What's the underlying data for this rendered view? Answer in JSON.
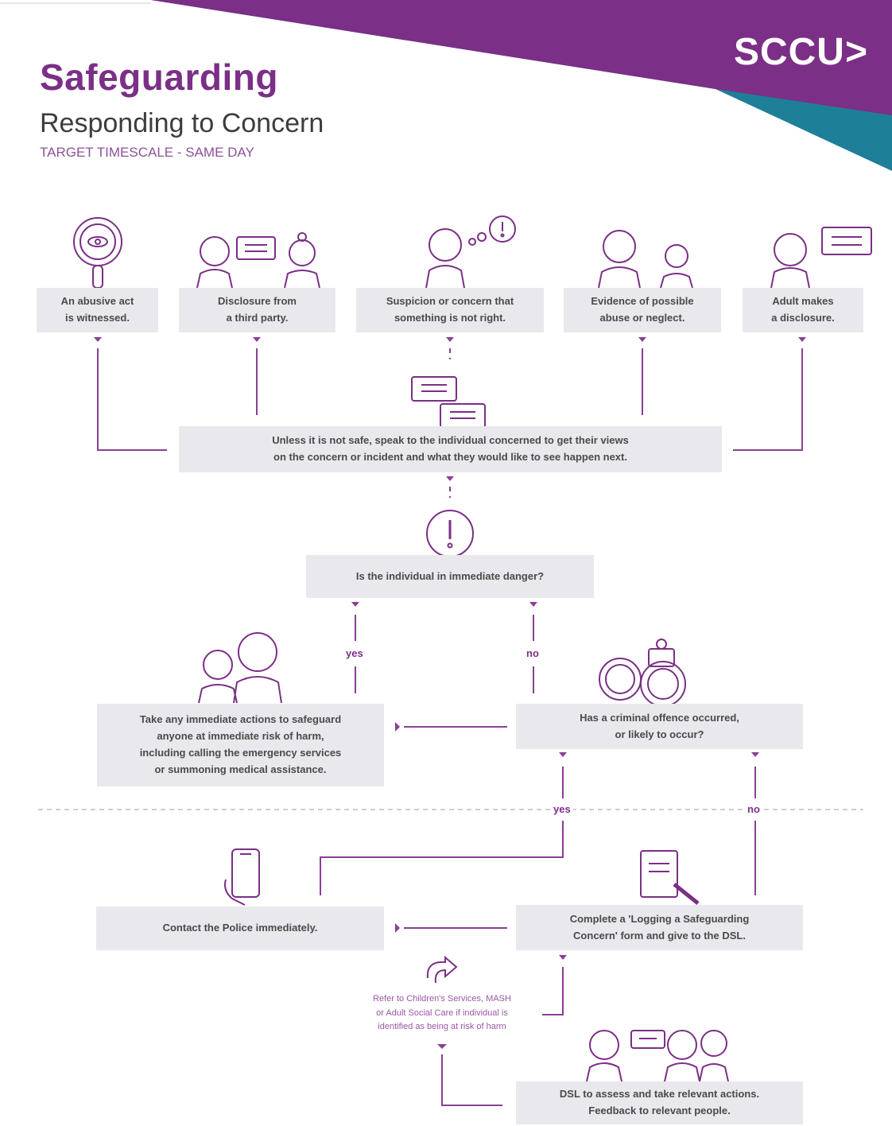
{
  "header": {
    "title": "Safeguarding",
    "subtitle": "Responding to Concern",
    "timescale": "TARGET TIMESCALE - SAME DAY",
    "logo": "SCCU>",
    "colors": {
      "purple": "#7b2f86",
      "teal": "#1e7f98",
      "box": "#e9e8ec"
    }
  },
  "triggers": [
    {
      "line1": "An abusive act",
      "line2": "is witnessed.",
      "icon": "magnifier-eye-icon"
    },
    {
      "line1": "Disclosure from",
      "line2": "a third party.",
      "icon": "two-people-speech-icon"
    },
    {
      "line1": "Suspicion or concern that",
      "line2": "something is not right.",
      "icon": "person-thought-icon"
    },
    {
      "line1": "Evidence of possible",
      "line2": "abuse or neglect.",
      "icon": "adult-child-icon"
    },
    {
      "line1": "Adult makes",
      "line2": "a disclosure.",
      "icon": "person-speech-icon"
    }
  ],
  "speak": {
    "line1": "Unless it is not safe, speak to the individual concerned to get their views",
    "line2": "on the concern or incident and what they would like to see happen next."
  },
  "danger_question": "Is the individual in immediate danger?",
  "yes_label": "yes",
  "no_label": "no",
  "immediate_actions": {
    "line1": "Take any immediate actions to safeguard",
    "line2": "anyone at immediate risk of harm,",
    "line3": "including calling the emergency services",
    "line4": "or summoning medical assistance."
  },
  "criminal_question": {
    "line1": "Has a criminal offence occurred,",
    "line2": "or likely to occur?"
  },
  "police": "Contact the Police immediately.",
  "logging": {
    "line1": "Complete a 'Logging a Safeguarding",
    "line2": "Concern' form and give to the DSL."
  },
  "refer": {
    "line1": "Refer to Children's Services, MASH",
    "line2": "or Adult Social Care if individual is",
    "line3": "identified as being at risk of harm"
  },
  "dsl": {
    "line1": "DSL to assess and take relevant actions.",
    "line2": "Feedback to relevant people."
  }
}
